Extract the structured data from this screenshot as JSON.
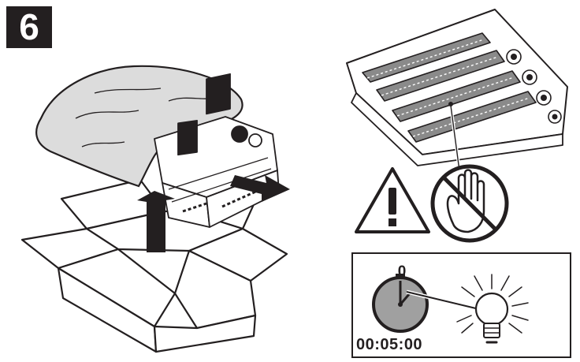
{
  "step": {
    "number": "6"
  },
  "timer": {
    "start_label": "0",
    "duration": "00:05:00"
  },
  "icons": {
    "warning": "warning-triangle-icon",
    "no_touch": "no-touch-hand-icon",
    "stopwatch": "stopwatch-icon",
    "light": "light-bulb-icon"
  },
  "colors": {
    "ink": "#231f20",
    "bag": "#dcdcdc",
    "drum": "#8a8a8a",
    "dial": "#a0a0a0",
    "white": "#ffffff"
  }
}
